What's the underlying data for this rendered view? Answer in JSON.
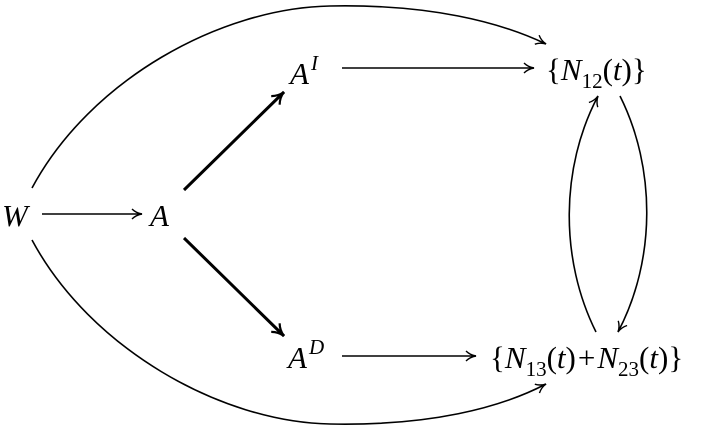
{
  "nodes": {
    "W": {
      "label": "W"
    },
    "A": {
      "label": "A"
    },
    "AI": {
      "base": "A",
      "sup": "I"
    },
    "AD": {
      "base": "A",
      "sup": "D"
    },
    "N12": {
      "open": "{",
      "sym": "N",
      "sub": "12",
      "arg_open": "(",
      "arg": "t",
      "arg_close": ")",
      "close": "}"
    },
    "Nsum": {
      "open": "{",
      "sym1": "N",
      "sub1": "13",
      "arg1_open": "(",
      "arg1": "t",
      "arg1_close": ")",
      "plus": "+",
      "sym2": "N",
      "sub2": "23",
      "arg2_open": "(",
      "arg2": "t",
      "arg2_close": ")",
      "close": "}"
    }
  },
  "edges": [
    {
      "from": "W",
      "to": "A",
      "style": "thin"
    },
    {
      "from": "A",
      "to": "AI",
      "style": "thick"
    },
    {
      "from": "A",
      "to": "AD",
      "style": "thick"
    },
    {
      "from": "AI",
      "to": "N12",
      "style": "thin"
    },
    {
      "from": "AD",
      "to": "Nsum",
      "style": "thin"
    },
    {
      "from": "W",
      "to": "N12",
      "style": "curved"
    },
    {
      "from": "W",
      "to": "Nsum",
      "style": "curved"
    },
    {
      "from": "N12",
      "to": "Nsum",
      "style": "curved"
    },
    {
      "from": "Nsum",
      "to": "N12",
      "style": "curved"
    }
  ],
  "colors": {
    "stroke": "#000000",
    "background": "#ffffff"
  }
}
